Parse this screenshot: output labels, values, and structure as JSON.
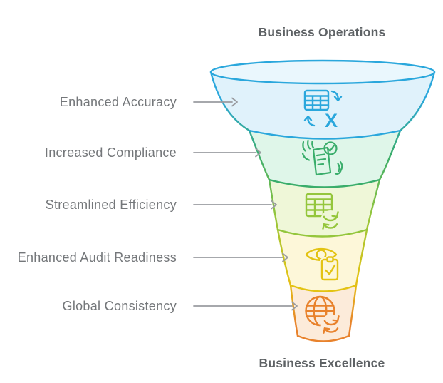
{
  "diagram": {
    "top_title": "Business Operations",
    "bottom_title": "Business Excellence",
    "top_opening_fill": "#EAF7FD",
    "arrow_color": "#9A9CA0",
    "label_color": "#74777A",
    "title_color": "#5E6265",
    "excel_x": "X",
    "stages": [
      {
        "label": "Enhanced Accuracy",
        "icon": "spreadsheet-convert-icon",
        "fill": "#E0F2FB",
        "stroke": "#2AA7DC"
      },
      {
        "label": "Increased Compliance",
        "icon": "document-check-hands-icon",
        "fill": "#DFF6E9",
        "stroke": "#3AAD6B"
      },
      {
        "label": "Streamlined Efficiency",
        "icon": "table-sync-icon",
        "fill": "#EFF7D8",
        "stroke": "#94C63C"
      },
      {
        "label": "Enhanced Audit Readiness",
        "icon": "eye-clipboard-check-icon",
        "fill": "#FDF7D9",
        "stroke": "#E3C313"
      },
      {
        "label": "Global Consistency",
        "icon": "globe-sync-icon",
        "fill": "#FCEBDA",
        "stroke": "#E8822C"
      }
    ]
  }
}
